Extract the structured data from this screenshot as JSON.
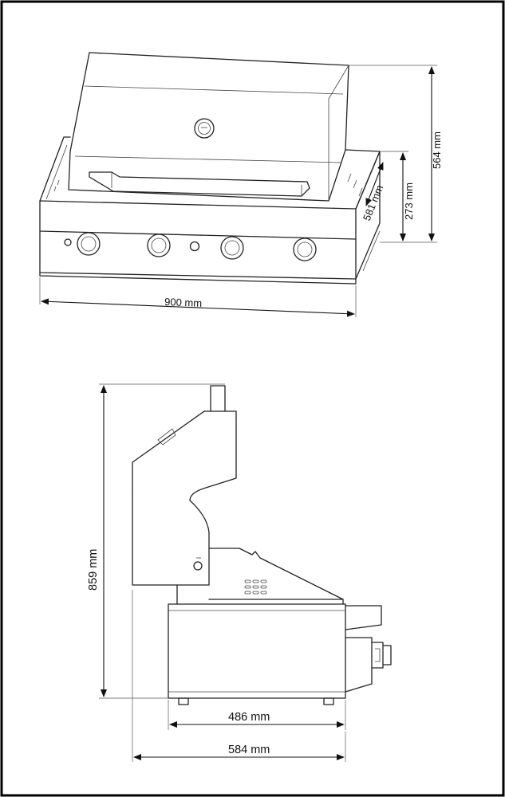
{
  "front_view": {
    "dimensions": {
      "width": "900 mm",
      "depth": "581 mm",
      "base_height": "273 mm",
      "total_height": "564 mm"
    }
  },
  "side_view": {
    "dimensions": {
      "height": "859 mm",
      "base_depth": "486 mm",
      "total_depth": "584 mm"
    }
  },
  "colors": {
    "line": "#222222",
    "background": "#ffffff"
  }
}
